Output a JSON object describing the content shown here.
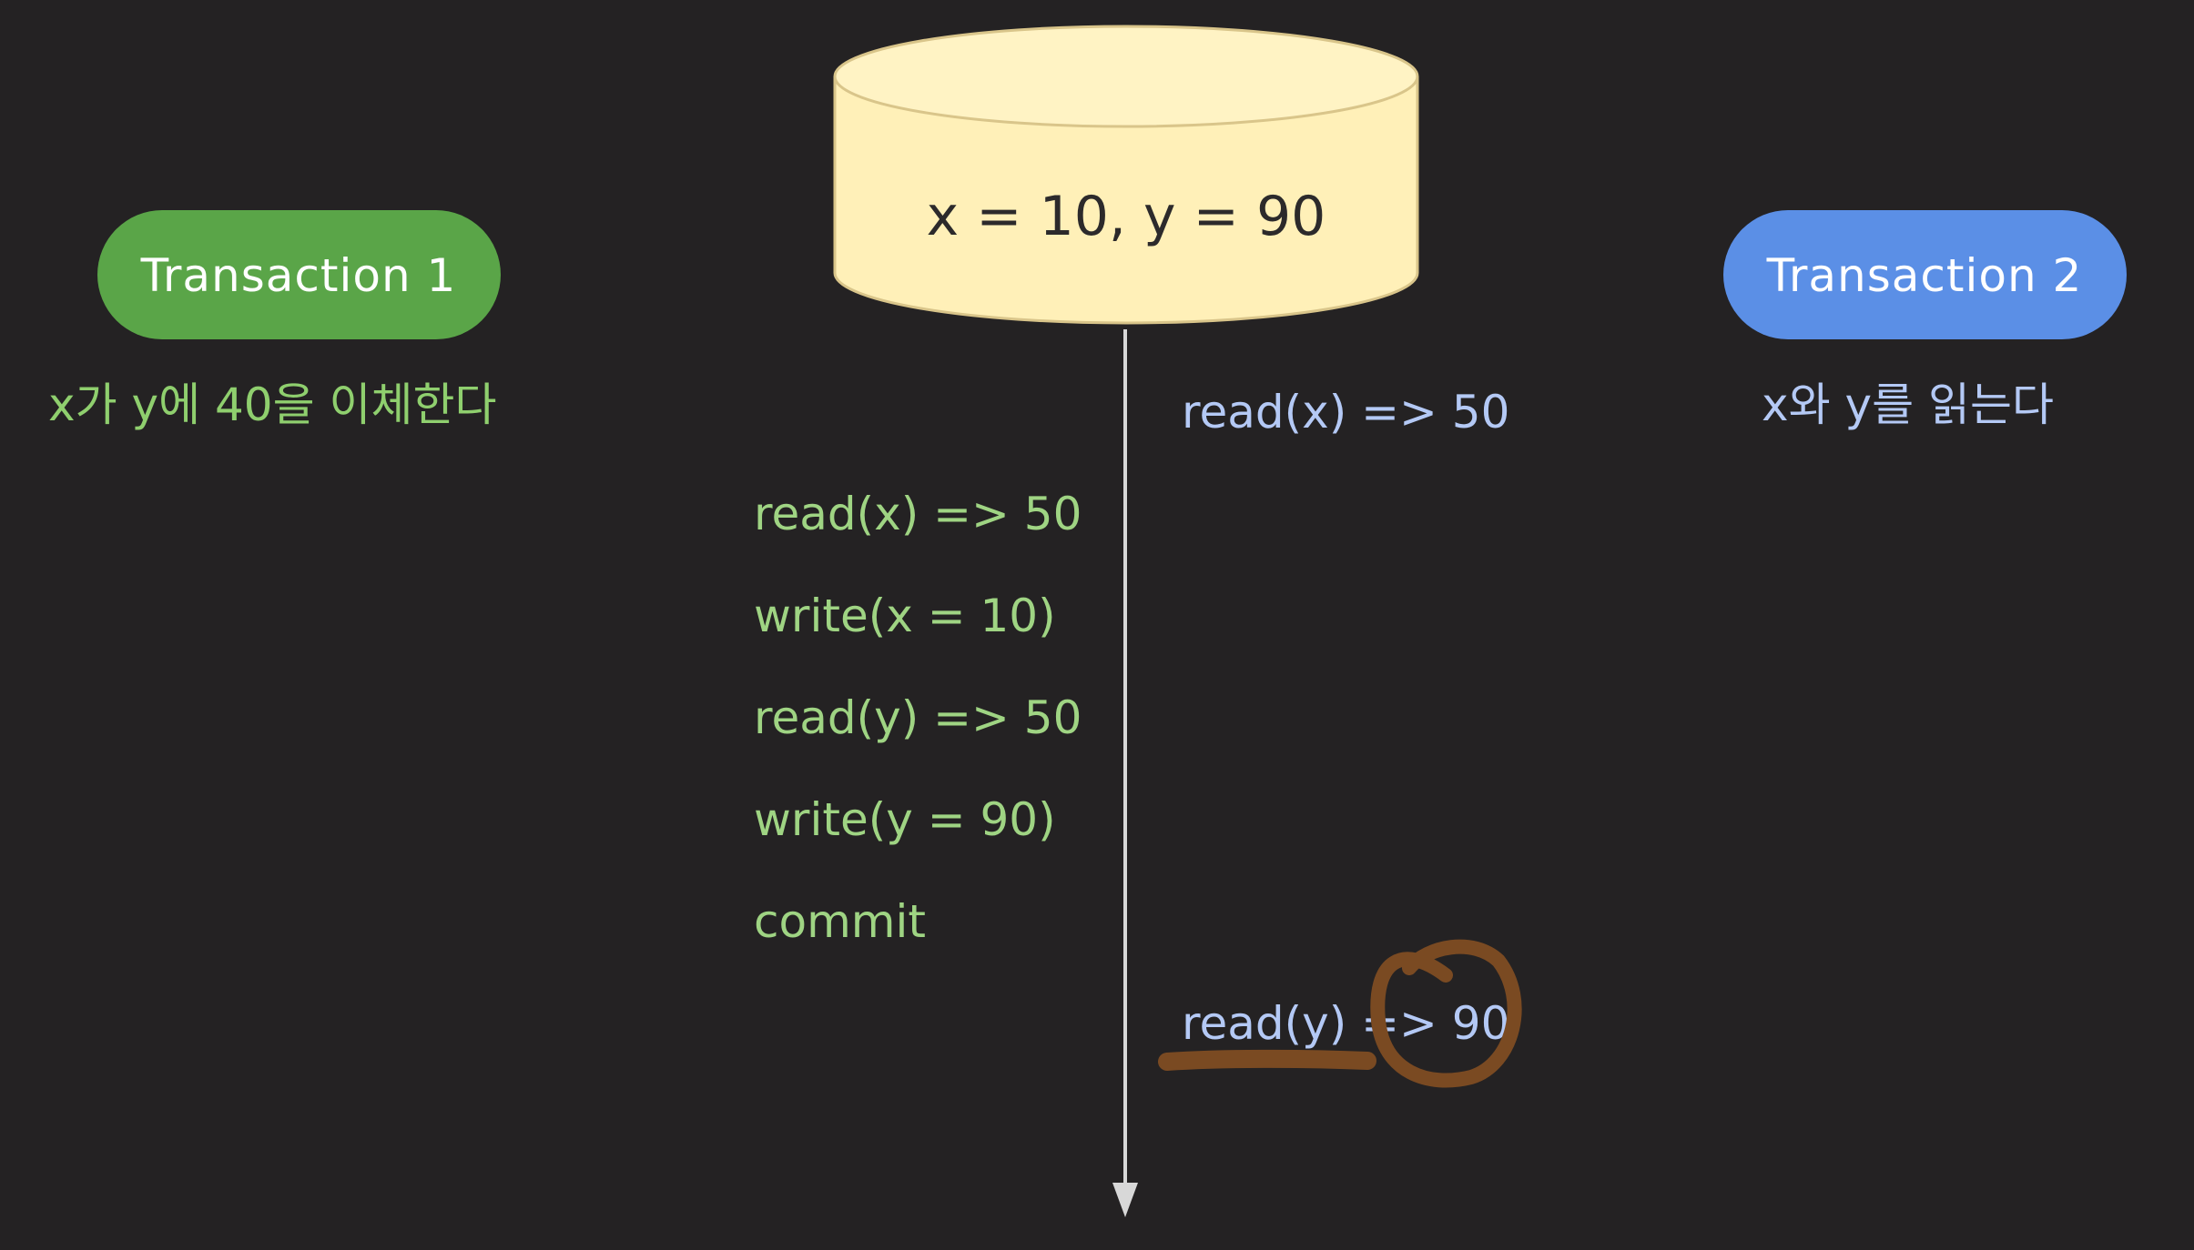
{
  "database": {
    "label": "x = 10, y = 90"
  },
  "transaction1": {
    "title": "Transaction 1",
    "caption": "x가 y에 40을 이체한다",
    "operations": [
      "read(x) => 50",
      "write(x = 10)",
      "read(y) => 50",
      "write(y = 90)",
      "commit"
    ]
  },
  "transaction2": {
    "title": "Transaction 2",
    "caption": "x와 y를 읽는다",
    "operations": [
      "read(x) => 50",
      "read(y) => 90"
    ]
  },
  "colors": {
    "background": "#242223",
    "transaction1_pill": "#5aa548",
    "transaction2_pill": "#5b8fe6",
    "database_fill": "#fff0b8",
    "database_stroke": "#d9c58a",
    "transaction1_text": "#9fd483",
    "transaction2_text": "#b4c9f5",
    "annotation": "#7a4a22",
    "timeline": "#d8d8d8"
  }
}
